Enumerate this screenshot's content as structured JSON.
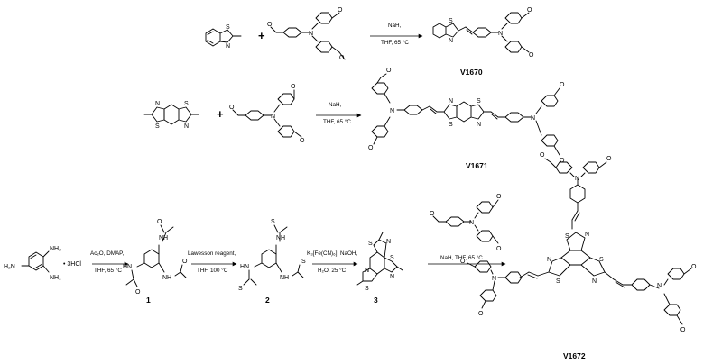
{
  "scheme": {
    "reaction1": {
      "plus": "+",
      "conditions": [
        "NaH,",
        "THF, 65 °C"
      ],
      "product_label": "V1670"
    },
    "reaction2": {
      "plus": "+",
      "conditions": [
        "NaH,",
        "THF, 65 °C"
      ],
      "product_label": "V1671"
    },
    "reaction3": {
      "reagent_text": "• 3HCl",
      "step1_conditions": [
        "Ac₂O, DMAP,",
        "THF, 65 °C"
      ],
      "step2_conditions": [
        "Lawesson reagent,",
        "THF, 100 °C"
      ],
      "step3_conditions": [
        "K₃[Fe(CN)₆], NaOH,",
        "H₂O, 25 °C"
      ],
      "step4_conditions": [
        "NaH, THF, 65 °C"
      ],
      "intermediate_labels": [
        "1",
        "2",
        "3"
      ],
      "product_label": "V1672"
    },
    "atoms": {
      "S": "S",
      "N": "N",
      "O": "O",
      "NH2": "NH₂",
      "H2N": "H₂N",
      "HN": "HN",
      "NH": "NH"
    }
  }
}
